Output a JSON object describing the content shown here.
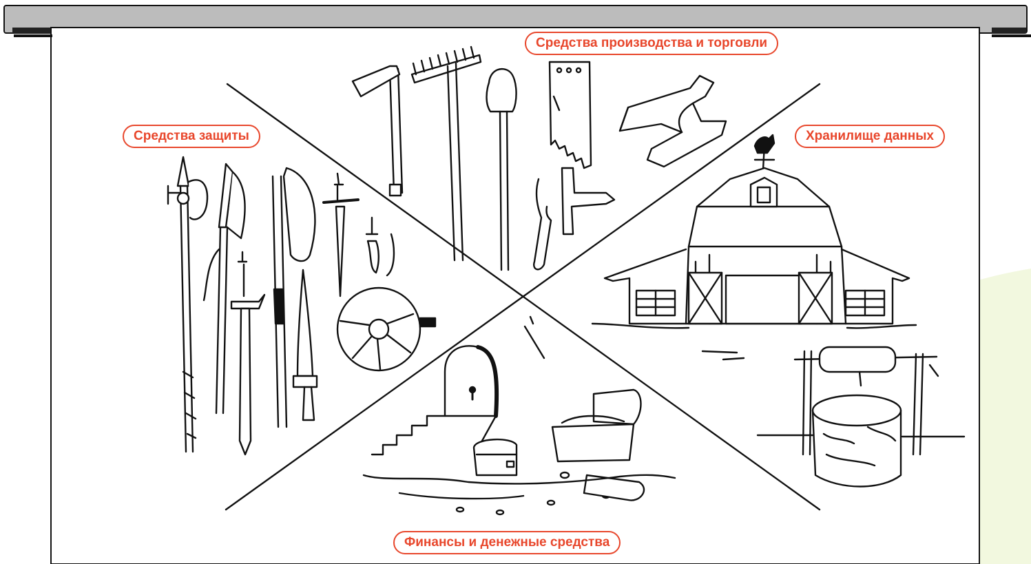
{
  "sectors": {
    "production": "Средства производства и торговли",
    "protection": "Средства защиты",
    "storage": "Хранилище данных",
    "finance": "Финансы и денежные средства"
  },
  "colors": {
    "accent": "#e8462b",
    "board_bar": "#bcbcbc",
    "ink": "#111111",
    "green_blob": "#a6d12a",
    "green_soft": "#f2f8df"
  },
  "icons": [
    "axe-icon",
    "rake-icon",
    "shovel-icon",
    "saw-icon",
    "anvil-icon",
    "halberd-icon",
    "sword-icon",
    "dagger-icon",
    "shield-icon",
    "barn-icon",
    "rooster-weathervane-icon",
    "well-icon",
    "door-icon",
    "stairs-icon",
    "treasure-chest-icon",
    "coins-icon"
  ]
}
